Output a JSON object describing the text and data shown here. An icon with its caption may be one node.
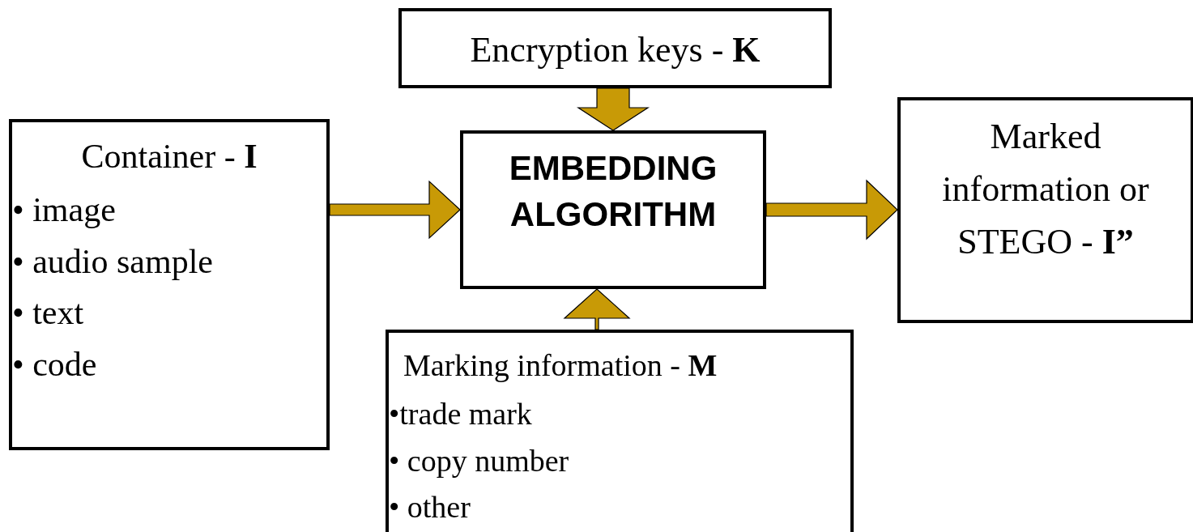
{
  "diagram": {
    "nodes": [
      {
        "text": [
          "Encryption keys - **K**"
        ]
      },
      {
        "text": [
          "Container - **I**",
          "• image",
          "• audio sample",
          "• text",
          "• code"
        ]
      },
      {
        "text": [
          "EMBEDDING ALGORITHM"
        ]
      },
      {
        "text": [
          "Marked information or STEGO - **I”**"
        ]
      },
      {
        "text": [
          "Marking information - **M**",
          "•trade mark",
          "• copy number",
          "• other"
        ]
      }
    ],
    "edges": [
      {
        "from": 1,
        "to": 2,
        "arrow": "to"
      },
      {
        "from": 2,
        "to": 3,
        "arrow": "to"
      },
      {
        "from": 0,
        "to": 2,
        "arrow": "to"
      },
      {
        "from": 4,
        "to": 2,
        "arrow": "to"
      }
    ]
  }
}
